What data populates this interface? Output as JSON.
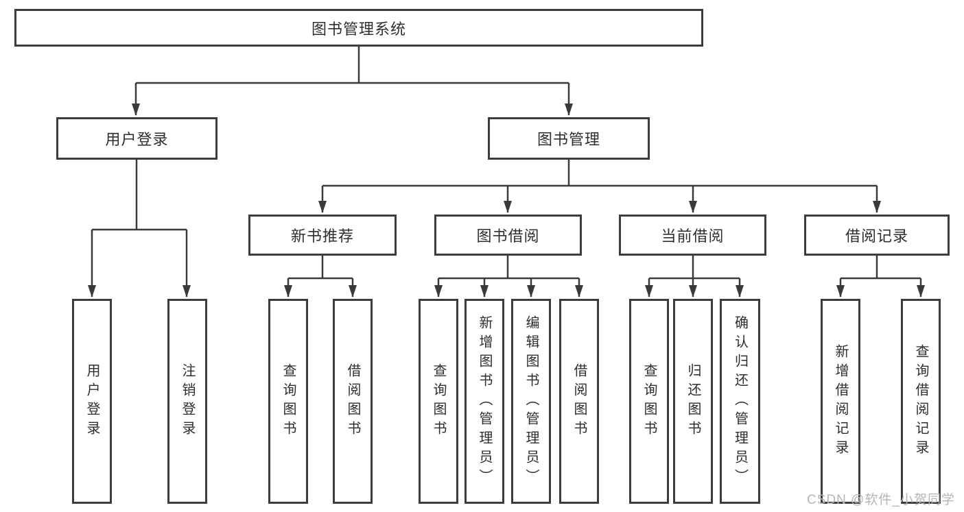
{
  "tree": {
    "root": {
      "label": "图书管理系统",
      "children": [
        {
          "label": "用户登录",
          "children": [
            {
              "label": "用户登录"
            },
            {
              "label": "注销登录"
            }
          ]
        },
        {
          "label": "图书管理",
          "children": [
            {
              "label": "新书推荐",
              "children": [
                {
                  "label": "查询图书"
                },
                {
                  "label": "借阅图书"
                }
              ]
            },
            {
              "label": "图书借阅",
              "children": [
                {
                  "label": "查询图书"
                },
                {
                  "label": "新增图书（管理员）"
                },
                {
                  "label": "编辑图书（管理员）"
                },
                {
                  "label": "借阅图书"
                }
              ]
            },
            {
              "label": "当前借阅",
              "children": [
                {
                  "label": "查询图书"
                },
                {
                  "label": "归还图书"
                },
                {
                  "label": "确认归还（管理员）"
                }
              ]
            },
            {
              "label": "借阅记录",
              "children": [
                {
                  "label": "新增借阅记录"
                },
                {
                  "label": "查询借阅记录"
                }
              ]
            }
          ]
        }
      ]
    }
  },
  "watermark": {
    "text": "CSDN @软件_小贺同学"
  },
  "colors": {
    "line": "#3a3a3a",
    "box_border": "#3c3c3c",
    "text": "#2e2e2e",
    "background": "#ffffff",
    "watermark": "#b5b5b5"
  }
}
